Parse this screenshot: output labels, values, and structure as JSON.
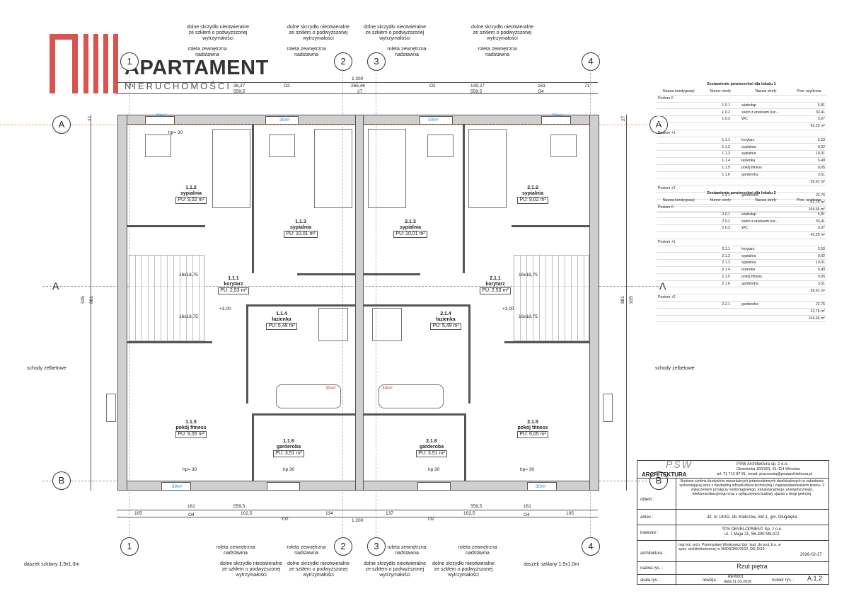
{
  "logo": {
    "title": "APARTAMENT",
    "subtitle": "NIERUCHOMOŚCI",
    "color": "#d9534f"
  },
  "axes": {
    "a": "A",
    "b": "B",
    "n1": "1",
    "n2": "2",
    "n3": "3",
    "n4": "4"
  },
  "dims": {
    "total": "1 200",
    "top_left": "39,27",
    "top_left2": "559,5",
    "top_mid": "265,46",
    "top_right": "139,27",
    "top_right2": "559,5",
    "top_71a": "71",
    "top_71b": "71",
    "top_27": "27",
    "top_161": "161",
    "bot_105a": "105",
    "bot_102": "102,5",
    "bot_134": "134",
    "bot_137": "137",
    "bot_102b": "102,5",
    "bot_105b": "105",
    "bot_559a": "559,5",
    "bot_559b": "559,5",
    "bot_161a": "161",
    "bot_161b": "161",
    "v_935": "935",
    "v_881": "881",
    "v_27a": "27",
    "v_27b": "27"
  },
  "notes": {
    "sash1": "dolne skrzydło nieotwieralne",
    "sash2": "ze szkłem o podwyższonej",
    "sash3": "wytrzymałości",
    "roll1": "roleta zewnętrzna",
    "roll2": "nadstawna",
    "stairs": "schody żelbetowe",
    "glass_left": "daszek szklany 1,9x1,0m",
    "glass_right": "daszek szklany 1,9x1,0m",
    "hp": "hp= 30",
    "hp2": "hp 30",
    "level": "+3,00",
    "stair_dim": "16x18,75",
    "window_30": "30m²",
    "o2": "O2",
    "o4": "O4"
  },
  "rooms": {
    "r112": {
      "num": "1.1.2",
      "name": "sypialnia",
      "pu": "PU: 9,02 m²"
    },
    "r113": {
      "num": "1.1.3",
      "name": "sypialnia",
      "pu": "PU: 10,01 m²"
    },
    "r111": {
      "num": "1.1.1",
      "name": "korytarz",
      "pu": "PU: 2,53 m²"
    },
    "r114": {
      "num": "1.1.4",
      "name": "łazienka",
      "pu": "PU: 5,49 m²"
    },
    "r115": {
      "num": "1.1.5",
      "name": "pokój fitness",
      "pu": "PU: 9,05 m²"
    },
    "r116": {
      "num": "1.1.6",
      "name": "garderoba",
      "pu": "PU: 3,51 m²"
    },
    "r212": {
      "num": "2.1.2",
      "name": "sypialnia",
      "pu": "PU: 9,02 m²"
    },
    "r213": {
      "num": "2.1.3",
      "name": "sypialnia",
      "pu": "PU: 10,01 m²"
    },
    "r211": {
      "num": "2.1.1",
      "name": "korytarz",
      "pu": "PU: 2,53 m²"
    },
    "r214": {
      "num": "2.1.4",
      "name": "łazienka",
      "pu": "PU: 5,49 m²"
    },
    "r215": {
      "num": "2.1.5",
      "name": "pokój fitness",
      "pu": "PU: 9,05 m²"
    },
    "r216": {
      "num": "2.1.6",
      "name": "garderoba",
      "pu": "PU: 3,51 m²"
    }
  },
  "table1": {
    "title": "Zestawienie powierzchni dla lokalu 1",
    "headers": [
      "Nazwa kondygnacji",
      "Numer strefy",
      "Nazwa strefy",
      "Pow. użytkowa"
    ],
    "rows": [
      [
        "Poziom 0",
        "",
        "",
        ""
      ],
      [
        "",
        "1.0.1",
        "wiatrołap",
        "5,81"
      ],
      [
        "",
        "1.0.2",
        "salon z aneksem kuc...",
        "33,41"
      ],
      [
        "",
        "1.0.3",
        "WC",
        "3,07"
      ],
      [
        "",
        "",
        "",
        "42,29 m²"
      ],
      [
        "Poziom +1",
        "",
        "",
        ""
      ],
      [
        "",
        "1.1.1",
        "korytarz",
        "2,53"
      ],
      [
        "",
        "1.1.2",
        "sypialnia",
        "9,02"
      ],
      [
        "",
        "1.1.3",
        "sypialnia",
        "10,01"
      ],
      [
        "",
        "1.1.4",
        "łazienka",
        "5,49"
      ],
      [
        "",
        "1.1.5",
        "pokój fitness",
        "9,05"
      ],
      [
        "",
        "1.1.6",
        "garderoba",
        "3,51"
      ],
      [
        "",
        "",
        "",
        "39,61 m²"
      ],
      [
        "Poziom +2",
        "",
        "",
        ""
      ],
      [
        "",
        "1.2.1",
        "garderoba",
        "22,76"
      ],
      [
        "",
        "",
        "",
        "22,76 m²"
      ],
      [
        "",
        "",
        "",
        "104,66 m²"
      ]
    ]
  },
  "table2": {
    "title": "Zestawienie powierzchni dla lokalu 2",
    "headers": [
      "Nazwa kondygnacji",
      "Numer strefy",
      "Nazwa strefy",
      "Pow. użytkowa"
    ],
    "rows": [
      [
        "Poziom 0",
        "",
        "",
        ""
      ],
      [
        "",
        "2.0.1",
        "wiatrołap",
        "5,81"
      ],
      [
        "",
        "2.0.2",
        "salon z aneksem kuc...",
        "33,41"
      ],
      [
        "",
        "2.0.3",
        "WC",
        "3,07"
      ],
      [
        "",
        "",
        "",
        "42,29 m²"
      ],
      [
        "Poziom +1",
        "",
        "",
        ""
      ],
      [
        "",
        "2.1.1",
        "korytarz",
        "2,53"
      ],
      [
        "",
        "2.1.2",
        "sypialnia",
        "9,02"
      ],
      [
        "",
        "2.1.3",
        "sypialnia",
        "10,01"
      ],
      [
        "",
        "2.1.4",
        "łazienka",
        "5,49"
      ],
      [
        "",
        "2.1.5",
        "pokój fitness",
        "9,05"
      ],
      [
        "",
        "2.1.6",
        "garderoba",
        "3,51"
      ],
      [
        "",
        "",
        "",
        "39,61 m²"
      ],
      [
        "Poziom +2",
        "",
        "",
        ""
      ],
      [
        "",
        "2.2.1",
        "garderoba",
        "22,76"
      ],
      [
        "",
        "",
        "",
        "22,76 m²"
      ],
      [
        "",
        "",
        "",
        "104,66 m²"
      ]
    ]
  },
  "stamp": {
    "firm_logo": "PSW",
    "firm_label": "ARCHITEKTURA",
    "firm_name": "PSW Architektura sp. z o.o.",
    "firm_addr": "Oborniicka 160/301, 51-114 Wrocław",
    "firm_contact": "tel. 71 712 87 81, email: pracownia@pswarchitektura.pl",
    "obiekt_label": "obiekt :",
    "obiekt": "Budowa siedmiu budynków mieszkalnych jednorodzinnych dwulokalowych w zabudowie wolnostojącej wraz z niezbędną infrastrukturą techniczną i zagospodarowaniem terenu. Z wyłączeniem przyłączy wodociągowego, kanalizacyjnego, energetycznego, telekomunikacyjnego oraz z wyłączeniem budowy zjazdu z drogi gminnej.",
    "adres_label": "adres :",
    "adres": "dz. nr 180/2, ob. Kiełczów, AM-1, gm. Długołęka",
    "inwestor_label": "inwestor :",
    "inwestor1": "TPS DEVELOPMENT Sp. z o.o.",
    "inwestor2": "ul. 1 Maja 21, 56-300 MILICZ",
    "architekt_label": "architektura :",
    "architekt": "mgr inż. arch. Przemysław Woskowicz Upr. bud. do proj. b.o. w spec. architektonicznej nr 36/DSOKK/2012, DS-1519",
    "date": "2026-02-27",
    "nazwa_label": "nazwa rys. :",
    "nazwa": "Rzut piętra",
    "skala_label": "skala rys. :",
    "rewizja_label": "rewizja :",
    "rewizja": "REW001",
    "rewizja_date": "data:11.03.2026",
    "numer_label": "numer rys. :",
    "numer": "A.1.2"
  }
}
